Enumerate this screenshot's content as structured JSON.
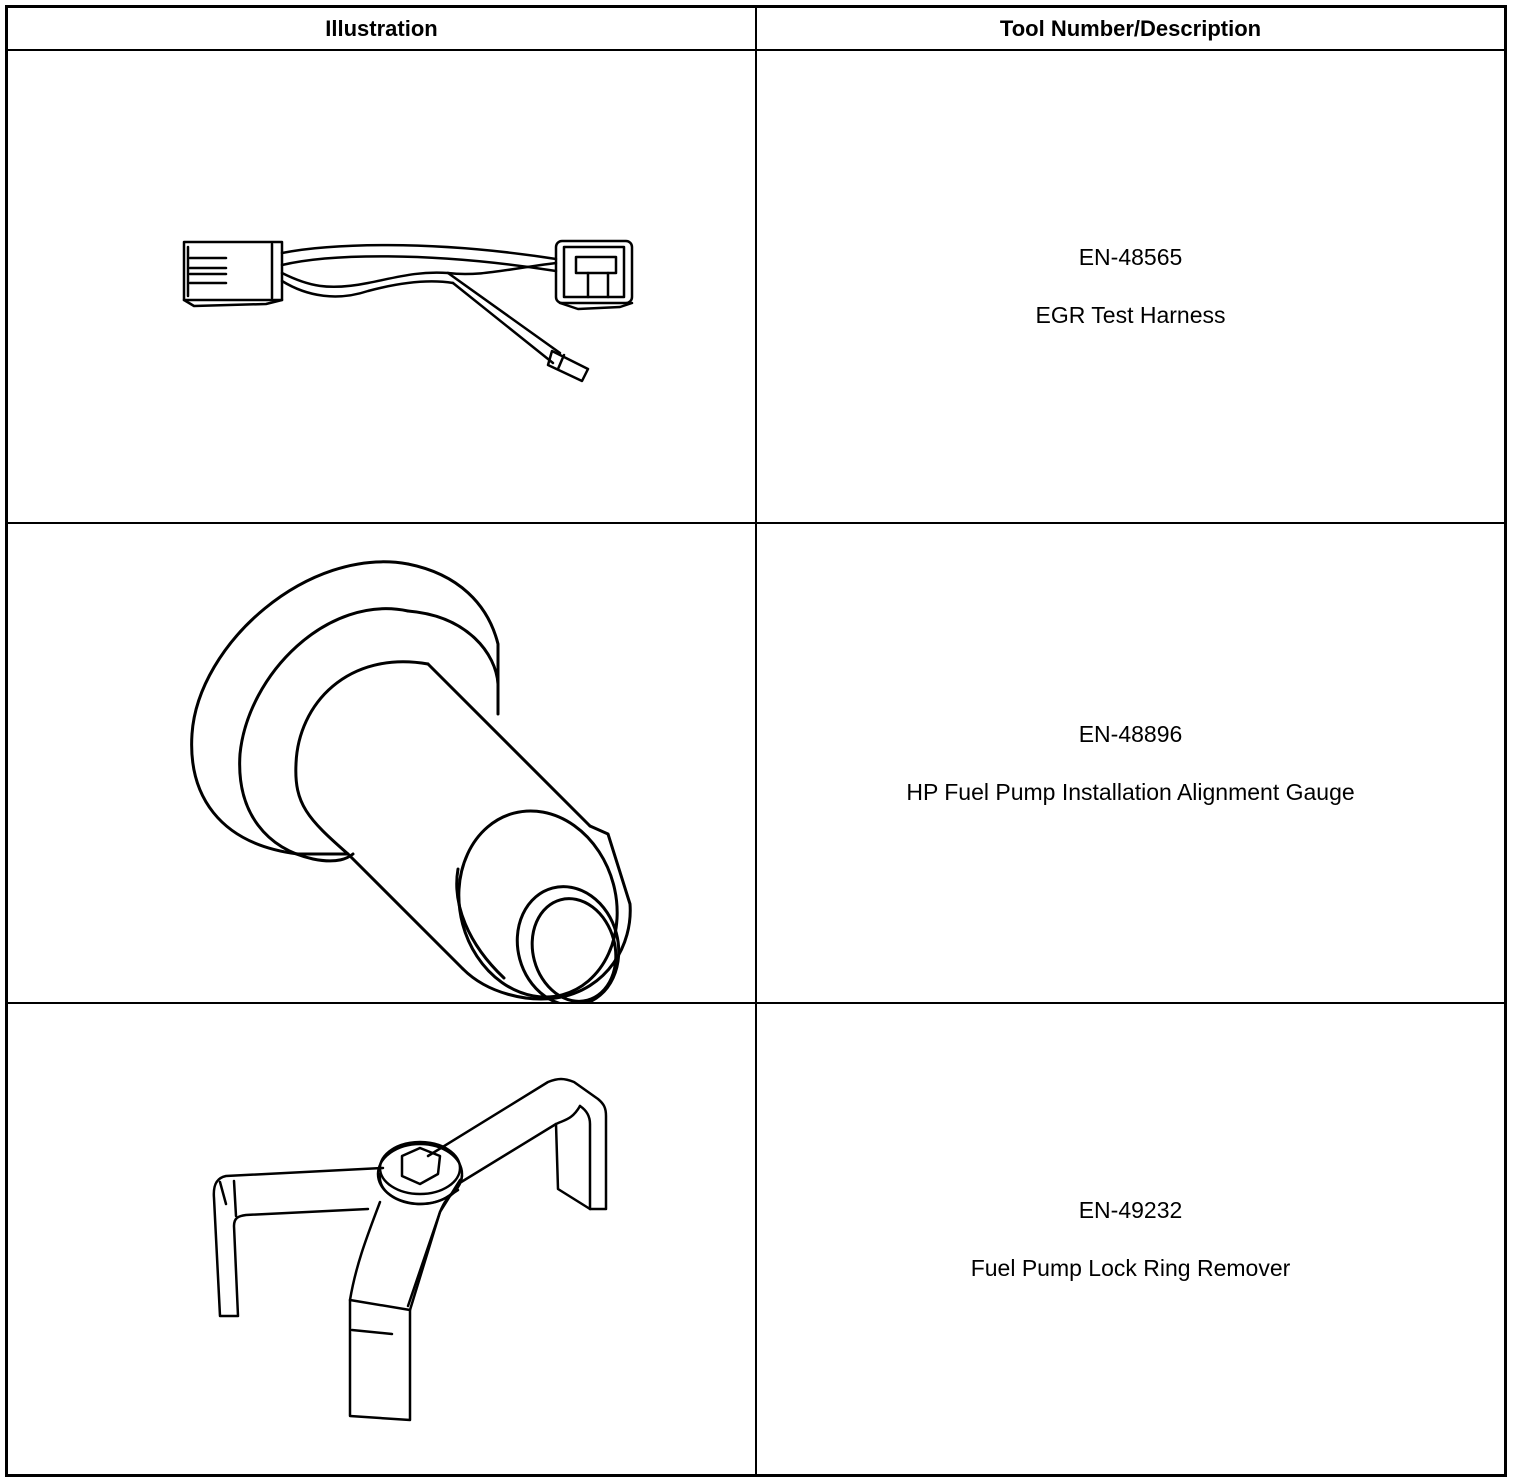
{
  "table": {
    "headers": {
      "illustration": "Illustration",
      "description": "Tool Number/Description"
    },
    "rows": [
      {
        "number": "EN-48565",
        "name": "EGR Test Harness",
        "icon": "test-harness-illustration"
      },
      {
        "number": "EN-48896",
        "name": "HP Fuel Pump Installation Alignment Gauge",
        "icon": "alignment-gauge-illustration"
      },
      {
        "number": "EN-49232",
        "name": "Fuel Pump Lock Ring Remover",
        "icon": "lock-ring-remover-illustration"
      }
    ]
  }
}
